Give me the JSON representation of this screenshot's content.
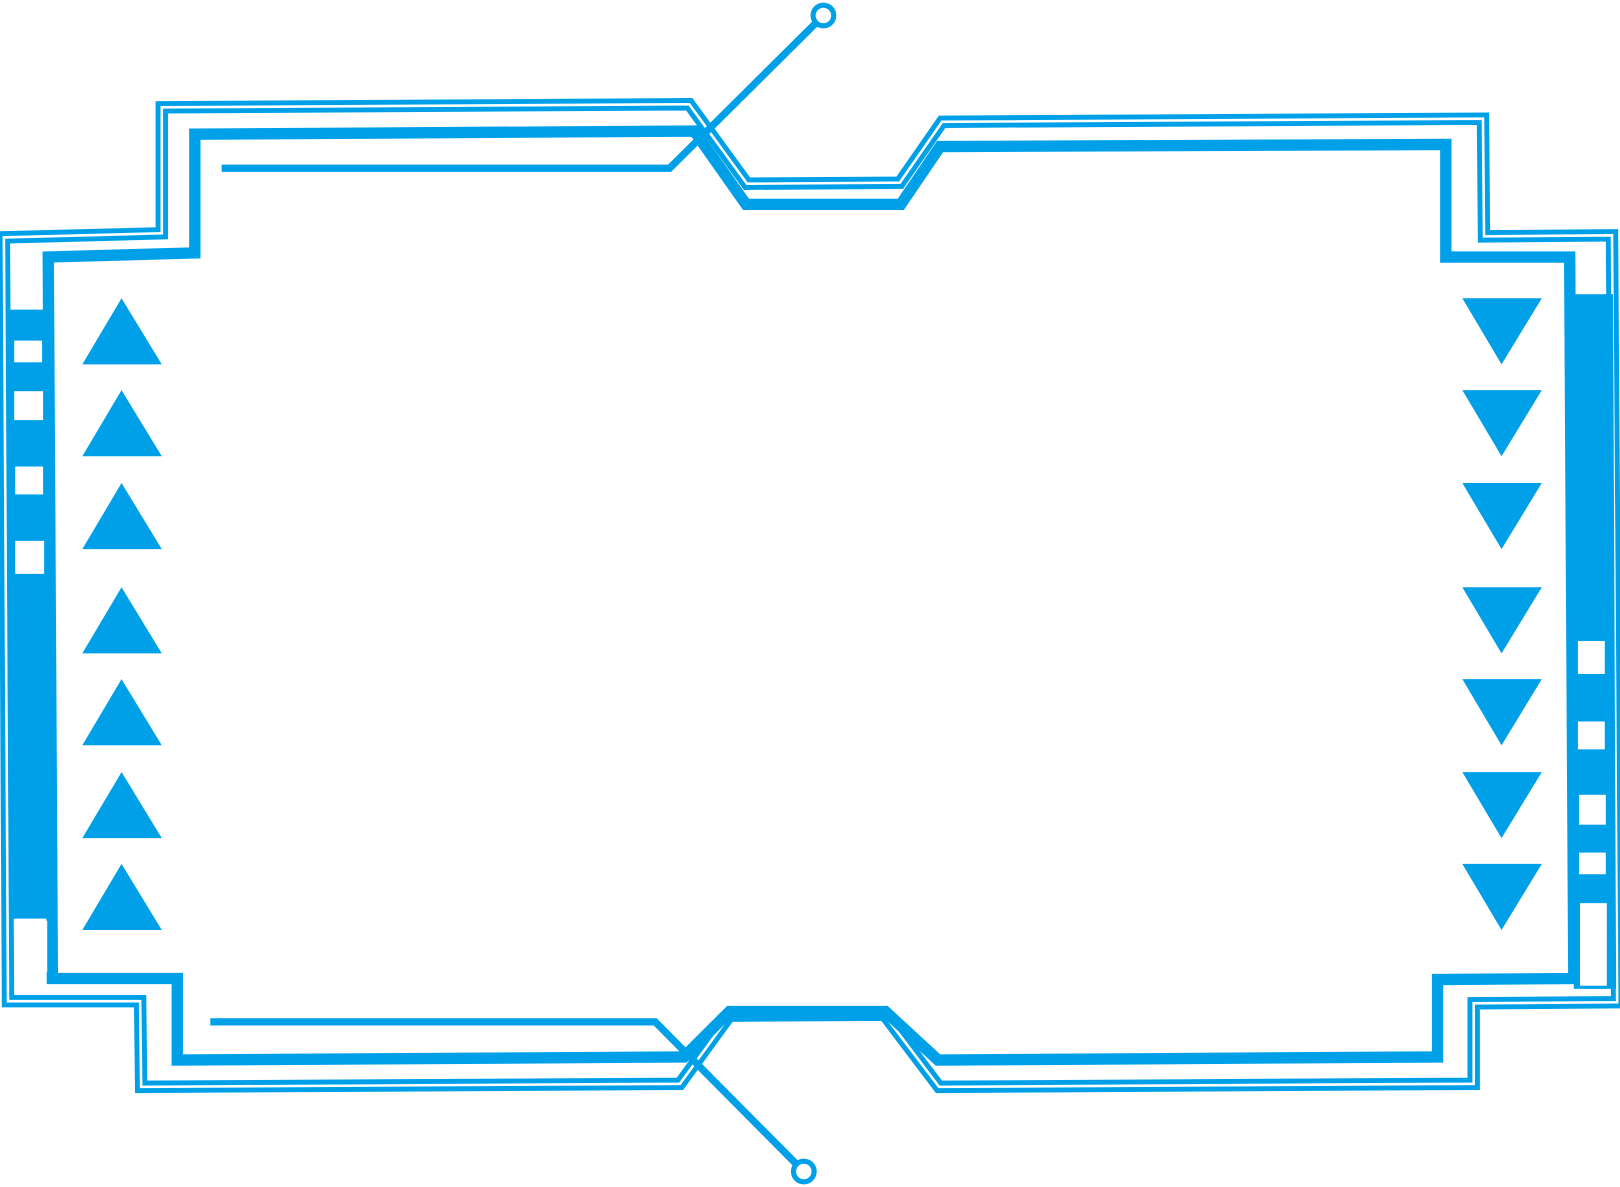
{
  "frame": {
    "accent_color": "#00a0e9",
    "background_color": "#ffffff",
    "left_arrows": {
      "direction": "up",
      "count": 7
    },
    "right_arrows": {
      "direction": "down",
      "count": 7
    },
    "connector_icons": [
      "circuit-node-icon",
      "circuit-node-icon"
    ]
  }
}
